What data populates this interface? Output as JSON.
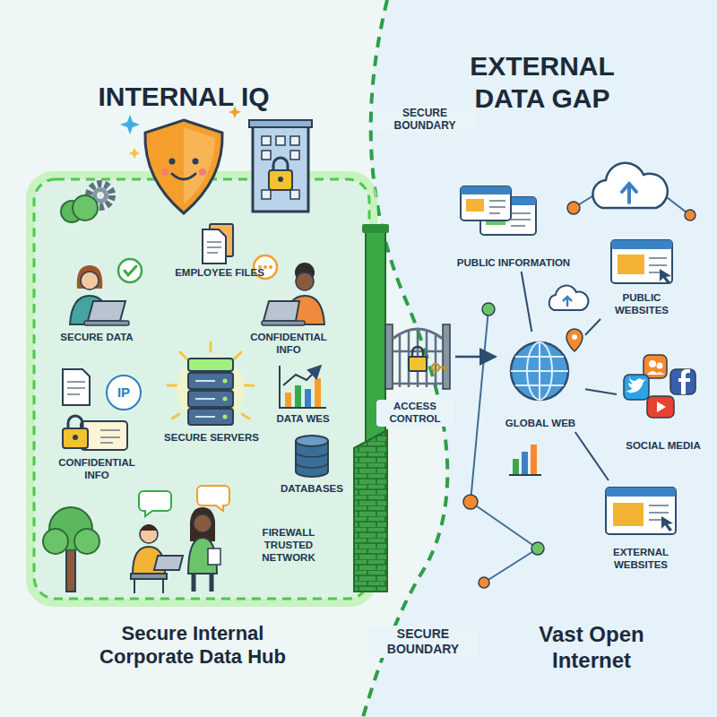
{
  "diagram": {
    "nodes": [
      {
        "text": [
          "IP"
        ]
      },
      {
        "text": [
          "ACCESS CONTROL"
        ]
      },
      {
        "text": [
          "PUBLIC INFORMATION"
        ]
      },
      {
        "text": [
          "PUBLIC WEBSITES"
        ]
      },
      {
        "text": [
          "GLOBAL WEB"
        ]
      },
      {
        "text": [
          "SOCIAL MEDIA"
        ]
      },
      {
        "text": [
          "EXTERNAL WEBSITES"
        ]
      }
    ],
    "edges": [
      {
        "from": 1,
        "to": 4,
        "arrow": "to"
      },
      {
        "from": 4,
        "to": 2,
        "arrow": "none"
      },
      {
        "from": 4,
        "to": 3,
        "arrow": "none"
      },
      {
        "from": 4,
        "to": 5,
        "arrow": "none"
      },
      {
        "from": 4,
        "to": 6,
        "arrow": "none"
      }
    ],
    "labels": [
      "INTERNAL IQ",
      "EXTERNAL DATA GAP",
      "SECURE BOUNDARY",
      "EMPLOYEE FILES",
      "SECURE DATA",
      "CONFIDENTIAL INFO",
      "SECURE SERVERS",
      "DATA WES",
      "CONFIDENTIAL INFO",
      "DATABASES",
      "FIREWALL TRUSTED NETWORK",
      "Secure Internal Corporate Data Hub",
      "SECURE BOUNDARY",
      "Vast Open Internet"
    ]
  }
}
